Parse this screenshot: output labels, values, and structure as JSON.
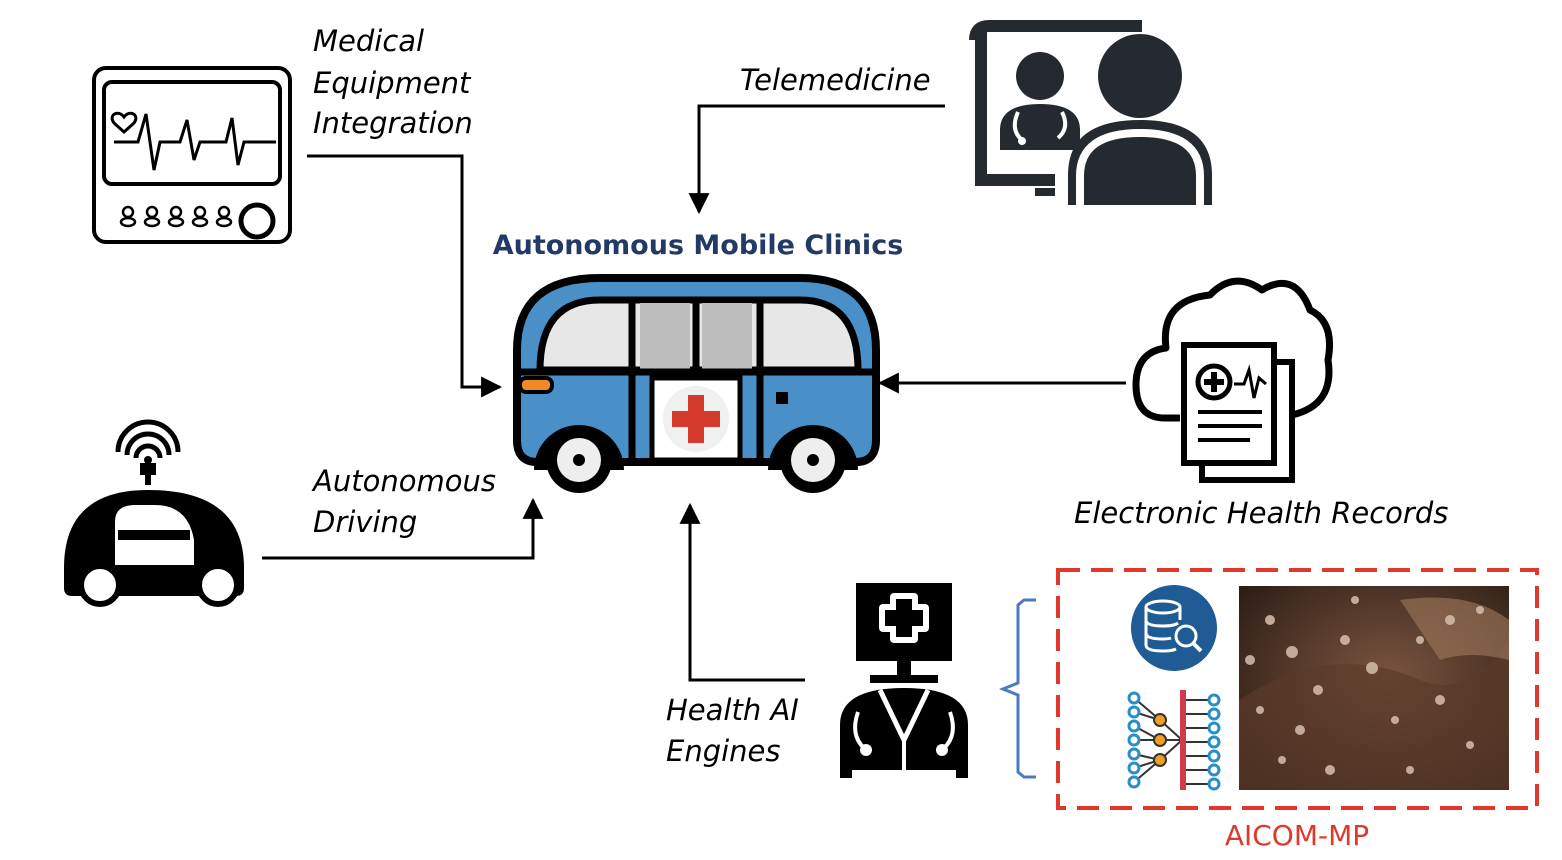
{
  "title": "Autonomous Mobile Clinics",
  "labels": {
    "medical_equipment": [
      "Medical",
      "Equipment",
      "Integration"
    ],
    "telemedicine": "Telemedicine",
    "autonomous_driving": [
      "Autonomous",
      "Driving"
    ],
    "electronic_health_records": "Electronic Health Records",
    "health_ai_engines": [
      "Health AI",
      "Engines"
    ],
    "aicom": "AICOM-MP"
  },
  "icons": {
    "medical_equipment": "vital-signs-monitor-icon",
    "telemedicine": "telemedicine-doctor-screen-icon",
    "autonomous_driving": "self-driving-car-icon",
    "electronic_health_records": "cloud-health-records-icon",
    "health_ai_engines": "ai-doctor-icon",
    "clinic": "ambulance-van-icon",
    "database": "database-search-icon",
    "neural_network": "neural-network-icon",
    "photo": "skin-lesion-photo"
  },
  "colors": {
    "title": "#233a66",
    "aicom": "#e0382b",
    "van_blue": "#4a90c8",
    "brace": "#4a7ac0",
    "db_circle": "#1f5b94"
  }
}
